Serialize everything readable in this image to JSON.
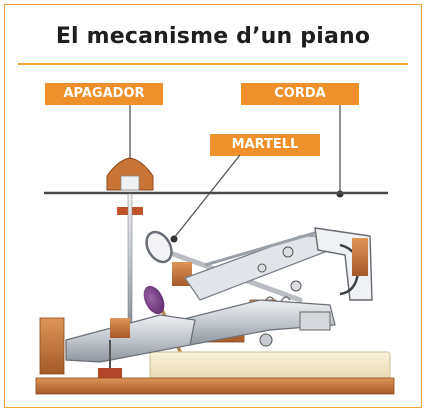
{
  "title": "El mecanisme d’un piano",
  "labels": {
    "apagador": "APAGADOR",
    "corda": "CORDA",
    "martell": "MARTELL"
  },
  "colors": {
    "accent": "#f0902a",
    "frame": "#f3a53a",
    "string": "#4a4a4a",
    "wood": "#c8743a",
    "felt_purple": "#7b3f8a",
    "metal": "#c8ccd2"
  }
}
